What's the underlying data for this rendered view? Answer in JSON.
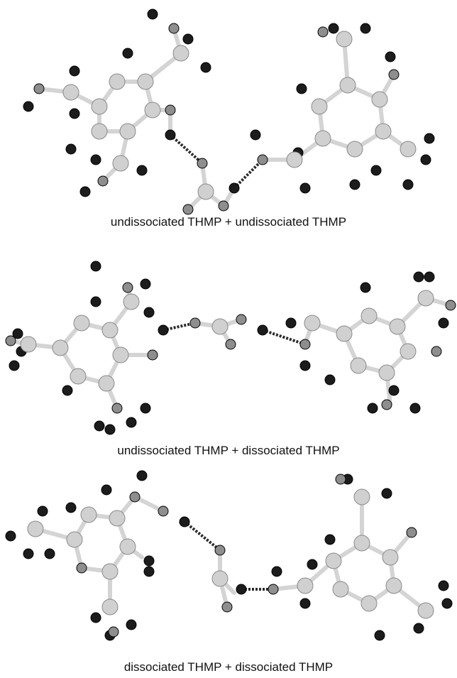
{
  "figure": {
    "panels": [
      {
        "caption": "undissociated THMP + undissociated THMP"
      },
      {
        "caption": "undissociated THMP + dissociated THMP"
      },
      {
        "caption": "dissociated THMP + dissociated THMP"
      }
    ],
    "colors": {
      "background": "#ffffff",
      "bond": "#d4d4d4",
      "bond_outline": "#8a8a8a",
      "hbond": "#2a2a2a",
      "atom_light": "#d0d0d0",
      "atom_mid": "#8e8e8e",
      "atom_dark": "#1c1c1c"
    }
  }
}
